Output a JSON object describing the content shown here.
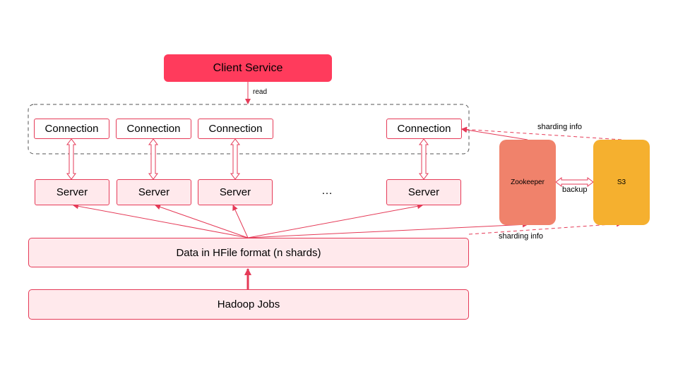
{
  "client_service": "Client Service",
  "read_label": "read",
  "connections": [
    "Connection",
    "Connection",
    "Connection",
    "Connection"
  ],
  "servers": [
    "Server",
    "Server",
    "Server",
    "Server"
  ],
  "ellipsis": "…",
  "data_box": "Data in HFile format (n shards)",
  "hadoop_box": "Hadoop Jobs",
  "zookeeper": "Zookeeper",
  "s3": "S3",
  "backup_label": "backup",
  "sharding_info_top": "sharding info",
  "sharding_info_bottom": "sharding info",
  "colors": {
    "accent": "#e53a57",
    "client": "#ff3b5c",
    "box_fill": "#ffe9ec",
    "zookeeper": "#f0826b",
    "s3": "#f5b02f"
  }
}
